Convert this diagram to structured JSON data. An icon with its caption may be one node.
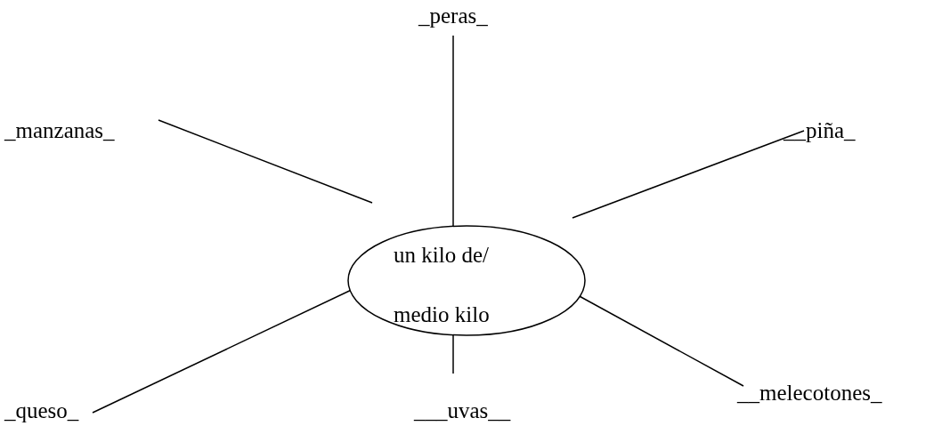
{
  "diagram": {
    "nodes": [
      {
        "text": [
          "un kilo de/ medio kilo"
        ]
      },
      {
        "text": [
          "_peras_"
        ]
      },
      {
        "text": [
          "_manzanas_"
        ]
      },
      {
        "text": [
          "__piña_"
        ]
      },
      {
        "text": [
          "_queso_"
        ]
      },
      {
        "text": [
          "___uvas__"
        ]
      },
      {
        "text": [
          "__melecotones_"
        ]
      }
    ],
    "edges": [
      {
        "from": 0,
        "to": 1,
        "arrow": "none"
      },
      {
        "from": 0,
        "to": 2,
        "arrow": "none"
      },
      {
        "from": 0,
        "to": 3,
        "arrow": "none"
      },
      {
        "from": 0,
        "to": 4,
        "arrow": "none"
      },
      {
        "from": 0,
        "to": 5,
        "arrow": "none"
      },
      {
        "from": 0,
        "to": 6,
        "arrow": "none"
      }
    ]
  }
}
